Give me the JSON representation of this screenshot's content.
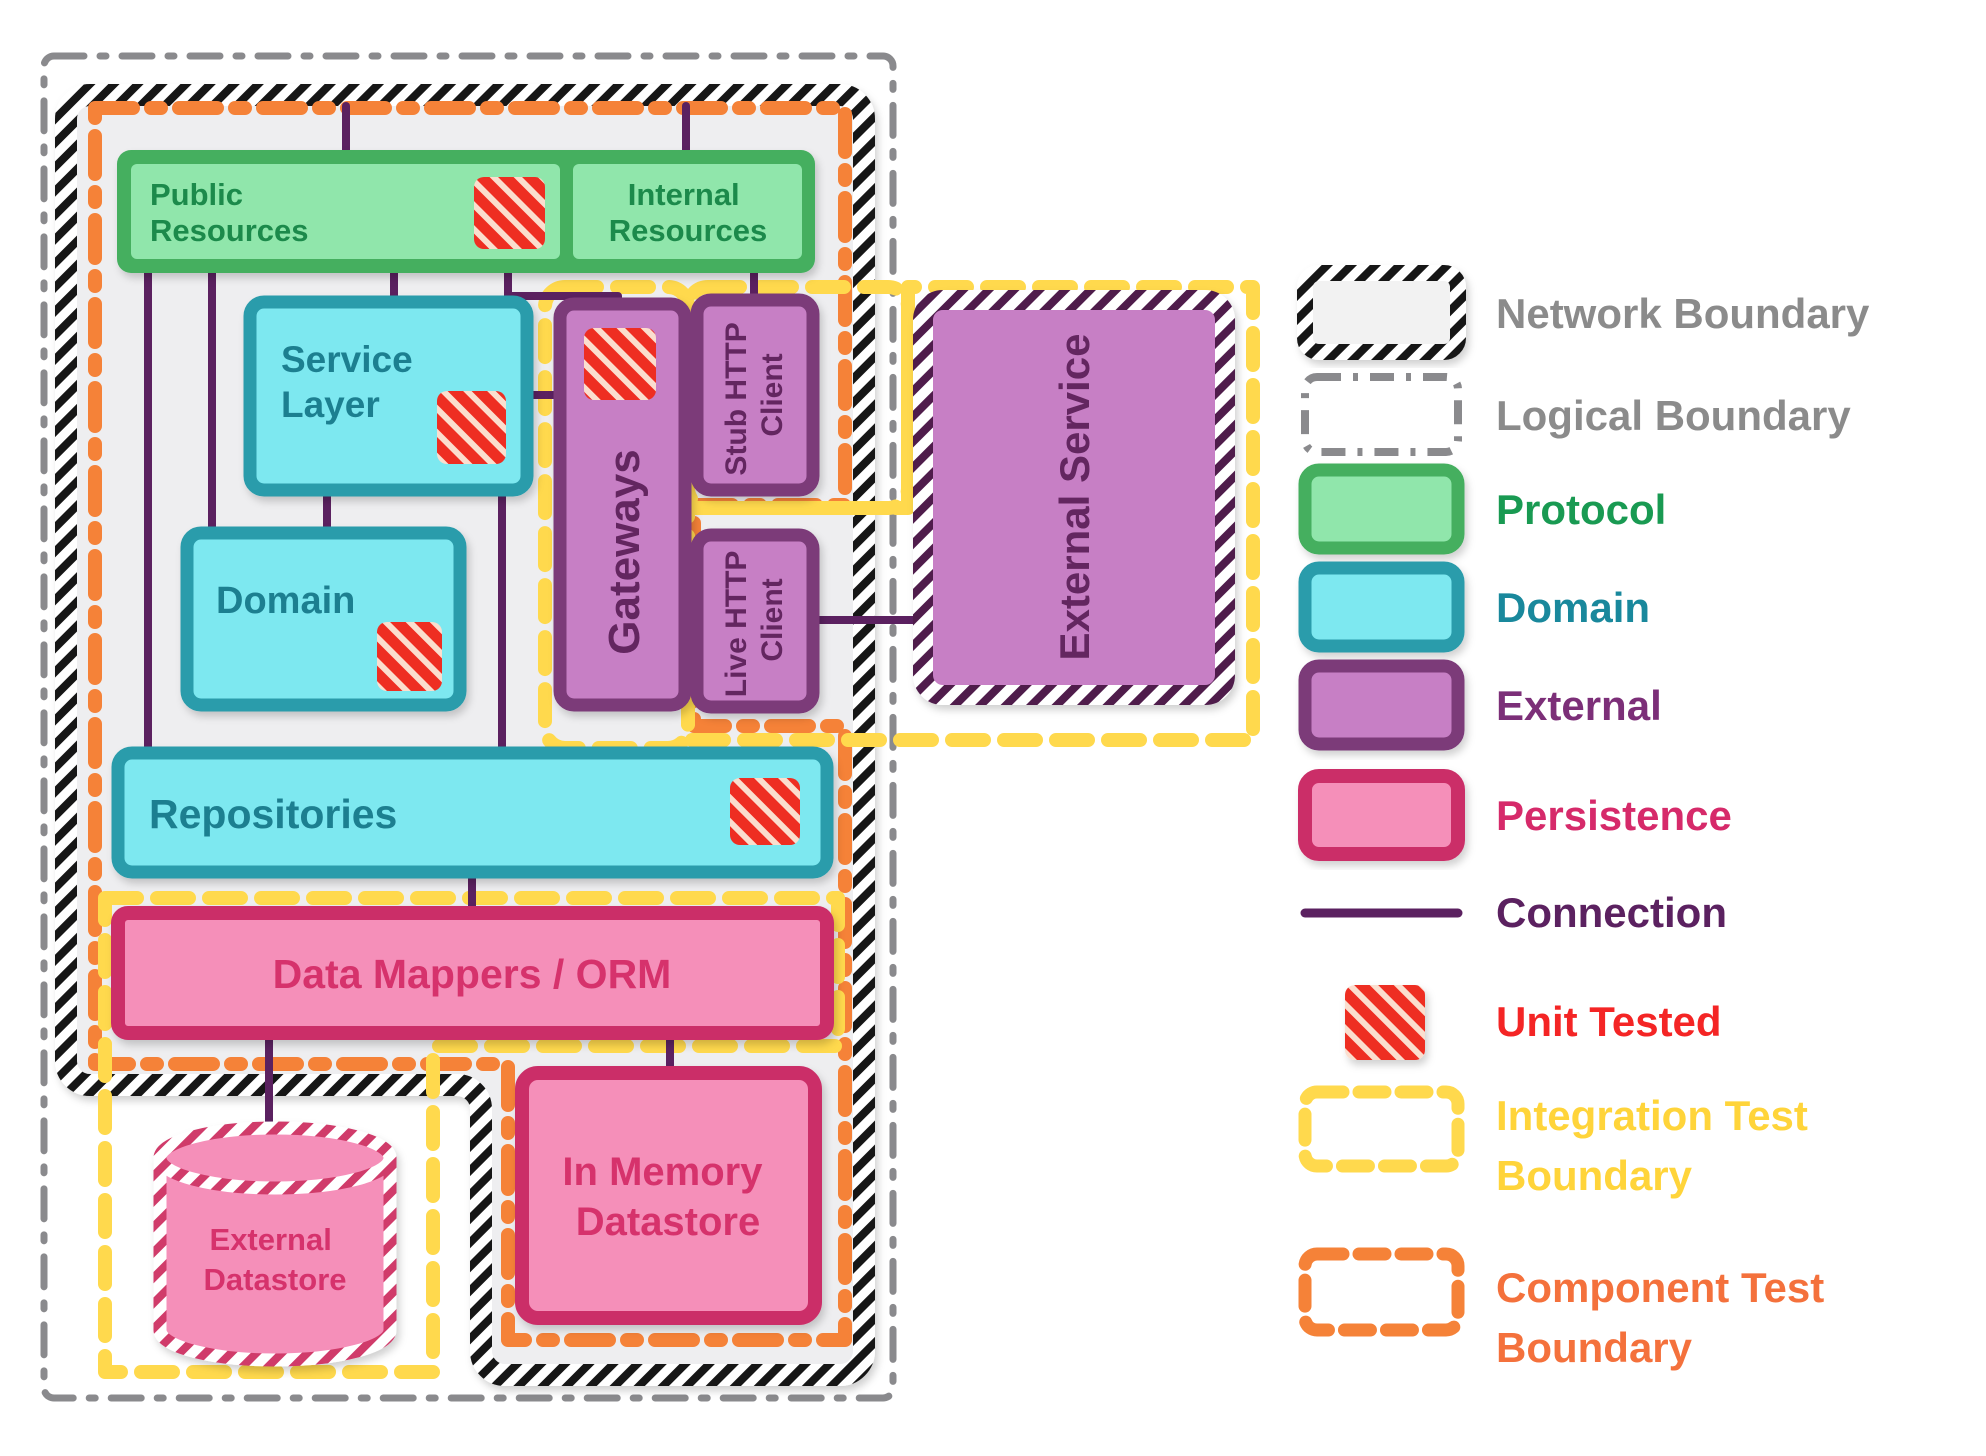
{
  "colors": {
    "green_border": "#44af5e",
    "green_fill": "#90e6ab",
    "green_text": "#1b8a4b",
    "teal_border": "#2b9cab",
    "cyan_fill": "#7de8f0",
    "teal_text": "#1d7f90",
    "purple_border": "#7b3b79",
    "purple_fill": "#c77fc5",
    "purple_text": "#632560",
    "purple_hatch": "#4f1d4c",
    "pink_border": "#cb2e67",
    "pink_fill": "#f58fb9",
    "pink_text": "#d6336c",
    "connection": "#5b2160",
    "red": "#ee2e24",
    "yellow": "#ffd94d",
    "orange": "#f58238",
    "gray": "#8a8a8d",
    "network_fill": "#eeeef0",
    "gray_text": "#8b8b8b",
    "red_text": "#f42525",
    "yellow_text": "#ffd43a",
    "orange_text": "#f4713c"
  },
  "nodes": {
    "public_resources": {
      "lines": [
        "Public",
        "Resources"
      ]
    },
    "internal_resources": {
      "lines": [
        "Internal",
        "Resources"
      ]
    },
    "service_layer": {
      "lines": [
        "Service",
        "Layer"
      ]
    },
    "domain": {
      "label": "Domain"
    },
    "gateways": {
      "label": "Gateways"
    },
    "stub_http_client": {
      "lines": [
        "Stub HTTP",
        "Client"
      ]
    },
    "live_http_client": {
      "lines": [
        "Live HTTP",
        "Client"
      ]
    },
    "external_service": {
      "label": "External Service"
    },
    "repositories": {
      "label": "Repositories"
    },
    "data_mappers": {
      "label": "Data Mappers / ORM"
    },
    "in_memory_datastore": {
      "lines": [
        "In Memory",
        "Datastore"
      ]
    },
    "external_datastore": {
      "lines": [
        "External",
        "Datastore"
      ]
    }
  },
  "legend": {
    "network_boundary": {
      "label": "Network Boundary"
    },
    "logical_boundary": {
      "label": "Logical Boundary"
    },
    "protocol": {
      "label": "Protocol"
    },
    "domain": {
      "label": "Domain"
    },
    "external": {
      "label": "External"
    },
    "persistence": {
      "label": "Persistence"
    },
    "connection": {
      "label": "Connection"
    },
    "unit_tested": {
      "label": "Unit Tested"
    },
    "integration_test_boundary": {
      "lines": [
        "Integration Test",
        "Boundary"
      ]
    },
    "component_test_boundary": {
      "lines": [
        "Component Test",
        "Boundary"
      ]
    }
  }
}
